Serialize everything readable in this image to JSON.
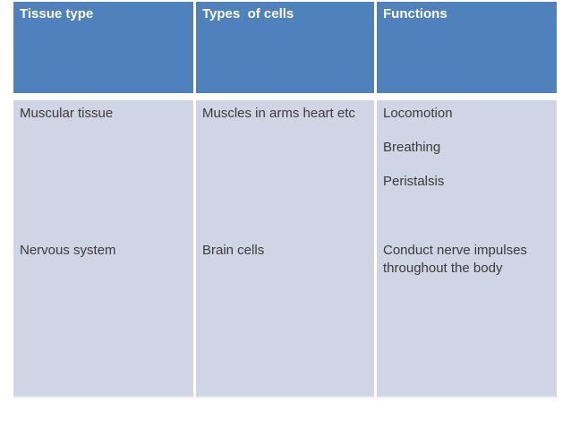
{
  "table": {
    "columns": [
      "Tissue type",
      "Types  of cells",
      "Functions"
    ],
    "rows": [
      {
        "tissue_type": "Muscular tissue",
        "cell_types": "Muscles in arms heart etc",
        "functions": [
          "Locomotion",
          "Breathing",
          "Peristalsis"
        ]
      },
      {
        "tissue_type": "Nervous system",
        "cell_types": "Brain cells",
        "functions": [
          "Conduct nerve impulses throughout the body"
        ]
      }
    ]
  },
  "colors": {
    "header_bg": "#4f81bd",
    "header_text": "#ffffff",
    "body_bg": "#d0d5e5",
    "body_text": "#3b3b3b",
    "divider": "#ffffff",
    "page_bg": "#ffffff"
  }
}
